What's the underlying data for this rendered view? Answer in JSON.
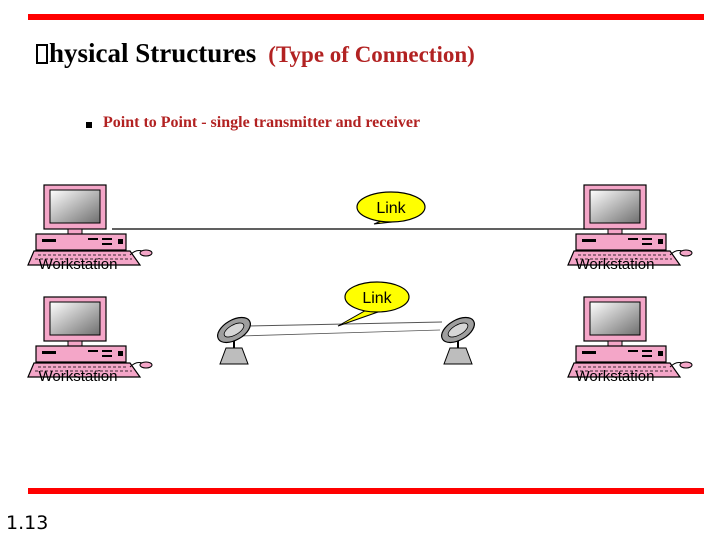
{
  "slide": {
    "title_glyph": "□",
    "title_main": "hysical Structures",
    "title_sub": "(Type of Connection)",
    "bullet": "Point to Point - single transmitter and receiver",
    "page_number": "1.13"
  },
  "diagram": {
    "link_top_label": "Link",
    "link_bottom_label": "Link",
    "workstation_label": "Workstation"
  },
  "colors": {
    "accent_bar": "#ff0000",
    "title_sub": "#b22222",
    "computer_pink": "#f4a6c8",
    "callout_fill": "#ffff00"
  }
}
